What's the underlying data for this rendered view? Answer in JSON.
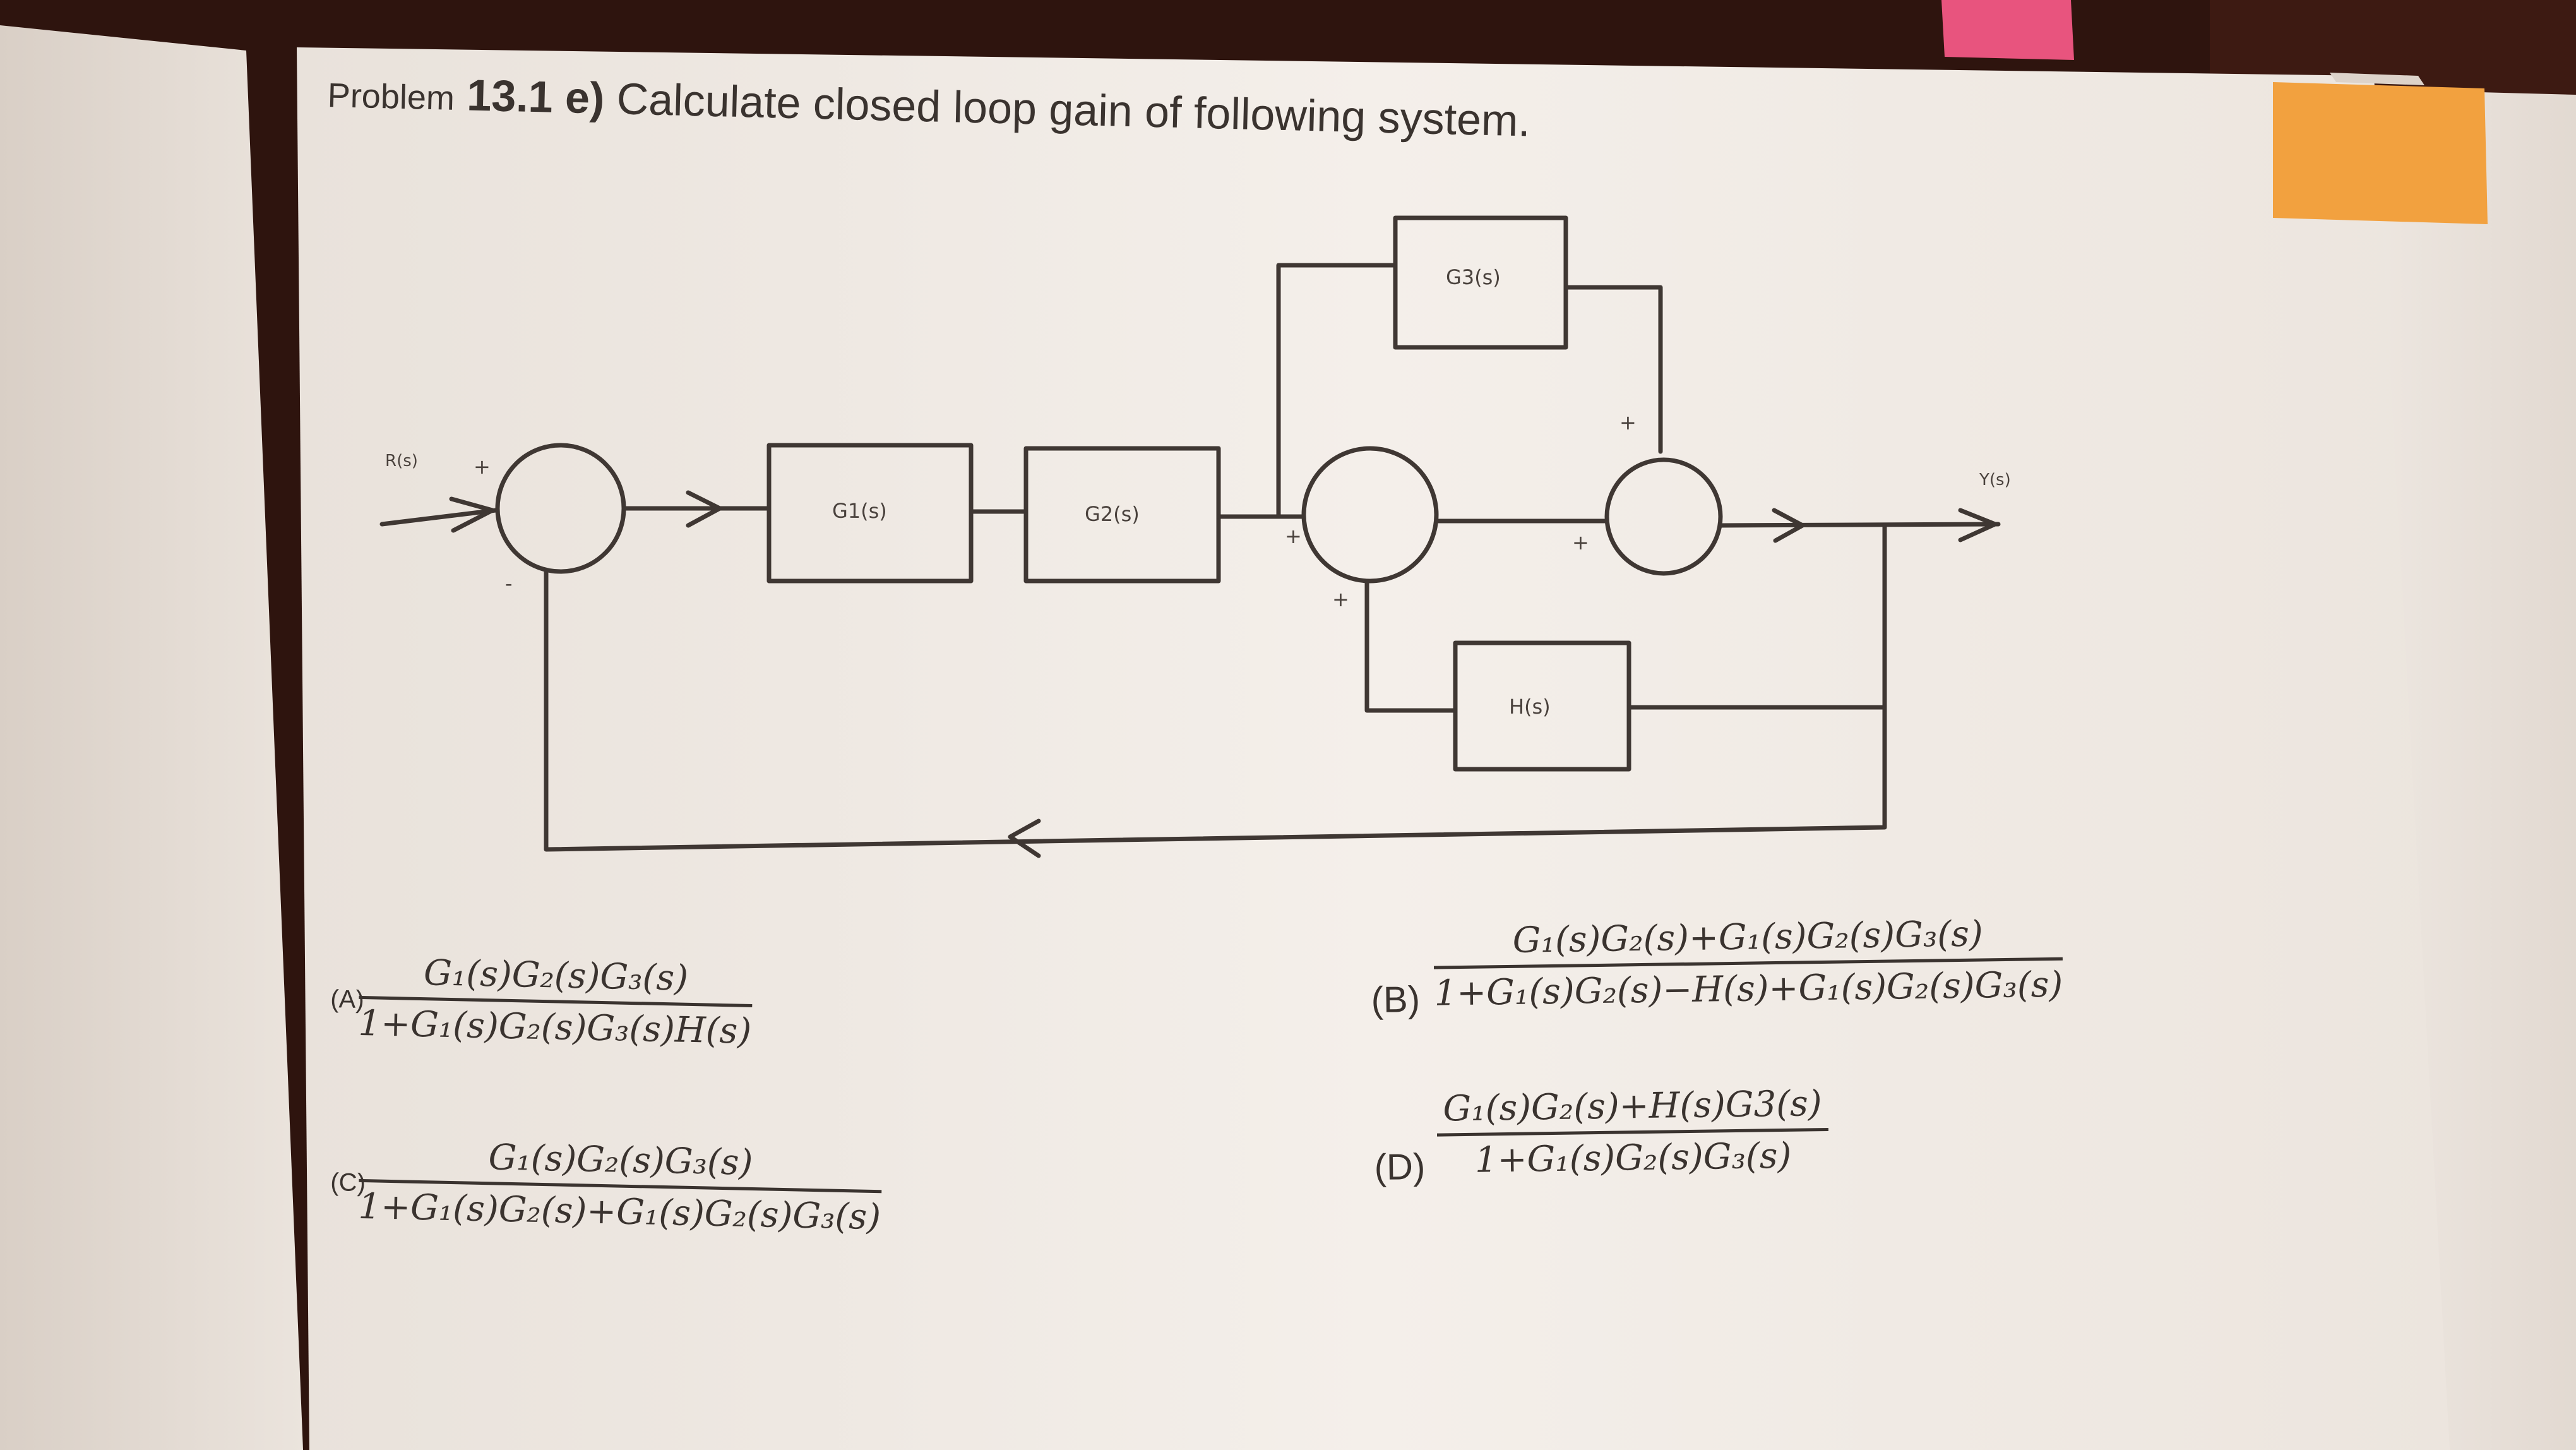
{
  "problem": {
    "prefix": "Problem",
    "number": "13.1 e)",
    "text": "Calculate closed loop gain of following system."
  },
  "diagram": {
    "input_label": "R(s)",
    "output_label": "Y(s)",
    "blocks": {
      "g1": "G1(s)",
      "g2": "G2(s)",
      "g3": "G3(s)",
      "h": "H(s)"
    },
    "signs": {
      "s1_in": "+",
      "s1_fb": "-",
      "s2_top": "+",
      "s2_bottom": "+",
      "s3_top": "+",
      "s3_left": "+"
    }
  },
  "options": [
    {
      "label": "(A)",
      "numerator": "G₁(s)G₂(s)G₃(s)",
      "denominator": "1+G₁(s)G₂(s)G₃(s)H(s)"
    },
    {
      "label": "(B)",
      "numerator": "G₁(s)G₂(s)+G₁(s)G₂(s)G₃(s)",
      "denominator": "1+G₁(s)G₂(s)−H(s)+G₁(s)G₂(s)G₃(s)"
    },
    {
      "label": "(C)",
      "numerator": "G₁(s)G₂(s)G₃(s)",
      "denominator": "1+G₁(s)G₂(s)+G₁(s)G₂(s)G₃(s)"
    },
    {
      "label": "(D)",
      "numerator": "G₁(s)G₂(s)+H(s)G3(s)",
      "denominator": "1+G₁(s)G₂(s)G₃(s)"
    }
  ],
  "colors": {
    "page": "#f3eee9",
    "ink": "#3a332f",
    "sticky_note": "#f2a13f",
    "pink_tab": "#e8547e",
    "background": "#2e140e"
  }
}
